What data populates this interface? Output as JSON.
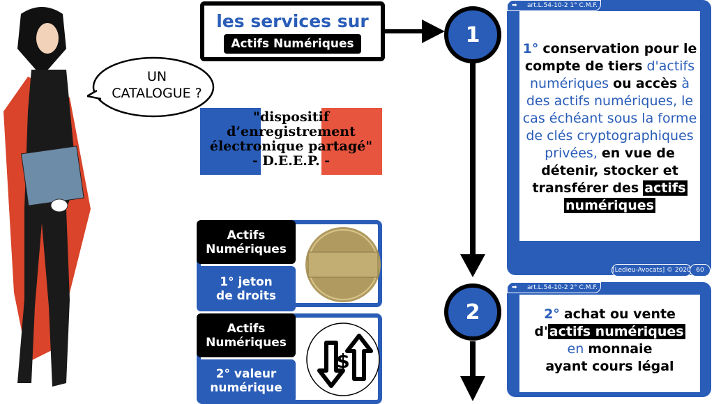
{
  "speech_bubble": "UN CATALOGUE ?",
  "top_box": {
    "title": "les services sur",
    "label": "Actifs Numériques"
  },
  "steps": [
    "1",
    "2"
  ],
  "flag_box": {
    "line1": "\"dispositif",
    "line2": "d’enregistrement",
    "line3": "électronique partagé\"",
    "line4": "- D.E.E.P. -"
  },
  "cards": [
    {
      "label": "Actifs Numériques",
      "sub": "1° jeton de droits",
      "image": "coin-token"
    },
    {
      "label": "Actifs Numériques",
      "sub": "2° valeur numérique",
      "image": "dollar-exchange-icon"
    }
  ],
  "panel1": {
    "ref": "art.L.54-10-2 1° C.M.F.",
    "num": "1°",
    "t1": "conservation pour le compte de tiers",
    "t2": "d'actifs numériques",
    "t3": "ou",
    "t4": "accès",
    "t5": "à des actifs numériques, le cas échéant sous la forme de clés cryptographiques privées,",
    "t6": "en vue de détenir, stocker et transférer",
    "t7": "des",
    "t8": "actifs",
    "t9": "numériques",
    "footer": "[Ledieu-Avocats] © 2020",
    "page": "60"
  },
  "panel2": {
    "ref": "art.L.54-10-2 2° C.M.F.",
    "num": "2°",
    "t1": "achat ou vente",
    "t2": "d'",
    "t3": "actifs numériques",
    "t4": "en",
    "t5": "monnaie",
    "t6": "ayant cours légal"
  },
  "colors": {
    "blue": "#2a5db8",
    "red": "#e8553f",
    "black": "#000000"
  }
}
